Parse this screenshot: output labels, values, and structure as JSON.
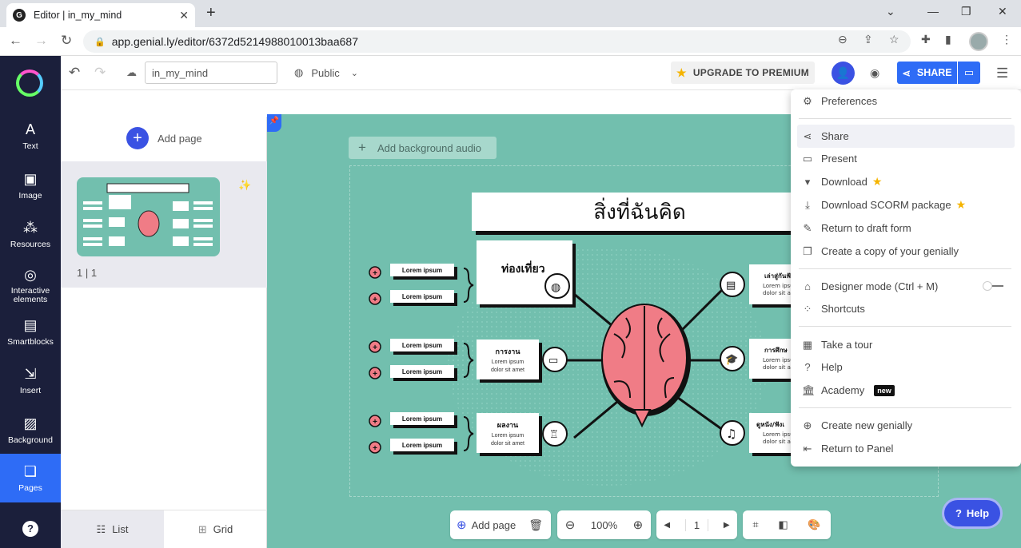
{
  "browser": {
    "tab_title": "Editor | in_my_mind",
    "url": "app.genial.ly/editor/6372d5214988010013baa687"
  },
  "sidebar": {
    "items": [
      {
        "label": "Text",
        "icon": "text-icon"
      },
      {
        "label": "Image",
        "icon": "image-icon"
      },
      {
        "label": "Resources",
        "icon": "resources-icon"
      },
      {
        "label": "Interactive elements",
        "icon": "interactive-icon"
      },
      {
        "label": "Smartblocks",
        "icon": "smartblocks-icon"
      },
      {
        "label": "Insert",
        "icon": "insert-icon"
      },
      {
        "label": "Background",
        "icon": "background-icon"
      },
      {
        "label": "Pages",
        "icon": "pages-icon",
        "active": true
      }
    ]
  },
  "appbar": {
    "name_value": "in_my_mind",
    "visibility": "Public",
    "upgrade_label": "UPGRADE TO PREMIUM",
    "share_label": "SHARE"
  },
  "pages": {
    "add_page_label": "Add page",
    "page_counter": "1 |  1",
    "view_list": "List",
    "view_grid": "Grid"
  },
  "canvas": {
    "bg_audio_label": "Add background audio",
    "slide_title": "สิ่งที่ฉันคิด",
    "left_topics": [
      "ท่องเที่ยว",
      "การงาน",
      "ผลงาน"
    ],
    "right_topics": [
      "เล่าสู่กันฟั",
      "การศึกษ",
      "ดูหนัง/ฟังเ"
    ],
    "placeholder": "Lorem ipsum",
    "placeholder_sub": "dolor sit amet"
  },
  "bottombar": {
    "add_page_label": "Add page",
    "zoom": "100%",
    "page": "1"
  },
  "help_label": "Help",
  "menu": {
    "items": [
      {
        "label": "Preferences",
        "icon": "gear-icon"
      },
      {
        "label": "Share",
        "icon": "share-icon"
      },
      {
        "label": "Present",
        "icon": "present-icon"
      },
      {
        "label": "Download",
        "icon": "download-icon",
        "premium": true
      },
      {
        "label": "Download SCORM package",
        "icon": "download-scorm-icon",
        "premium": true
      },
      {
        "label": "Return to draft form",
        "icon": "draft-icon"
      },
      {
        "label": "Create a copy of your genially",
        "icon": "copy-icon"
      },
      {
        "label": "Designer mode (Ctrl + M)",
        "icon": "designer-icon"
      },
      {
        "label": "Shortcuts",
        "icon": "shortcuts-icon"
      },
      {
        "label": "Take a tour",
        "icon": "tour-icon"
      },
      {
        "label": "Help",
        "icon": "help-icon"
      },
      {
        "label": "Academy",
        "icon": "academy-icon",
        "badge": "new"
      },
      {
        "label": "Create new genially",
        "icon": "plus-circle-icon"
      },
      {
        "label": "Return to Panel",
        "icon": "return-icon"
      }
    ]
  },
  "colors": {
    "sidebar_bg": "#1b1f3b",
    "accent_blue": "#2e6cf6",
    "canvas_bg": "#72bfae",
    "brain_pink": "#f07c86",
    "premium_star": "#f5b400"
  }
}
